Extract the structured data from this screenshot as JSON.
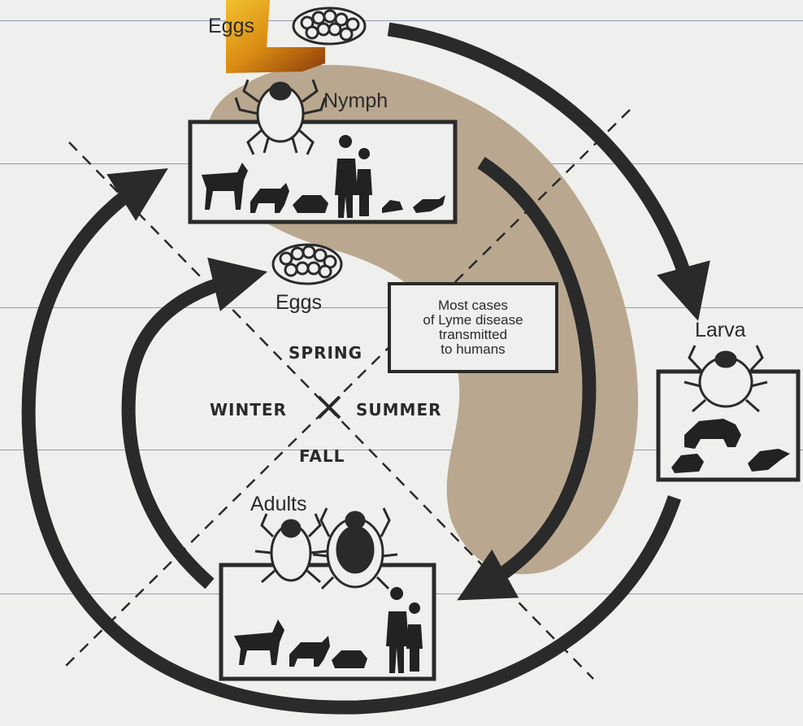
{
  "labels": {
    "eggs_top": "Eggs",
    "nymph": "Nymph",
    "eggs_center": "Eggs",
    "larva": "Larva",
    "adults": "Adults"
  },
  "seasons": {
    "spring": "SPRING",
    "summer": "SUMMER",
    "fall": "FALL",
    "winter": "WINTER"
  },
  "note": "Most cases\nof Lyme disease\ntransmitted\nto humans",
  "colors": {
    "shaded_region": "#b9a88f",
    "ink": "#2a2a2a",
    "background": "#efefed",
    "rule_lines": "#6e7fa6"
  }
}
